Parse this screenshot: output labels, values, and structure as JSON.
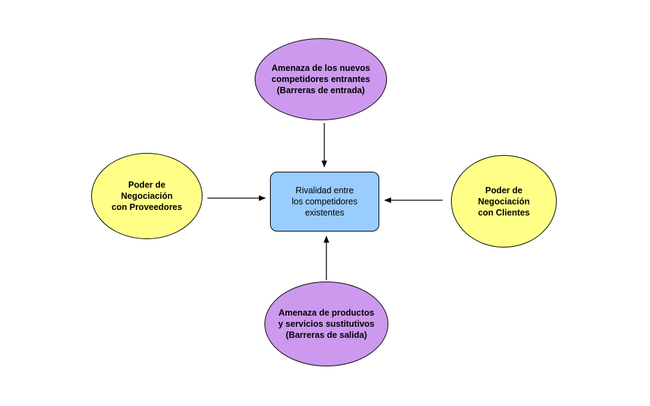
{
  "diagram": {
    "center": {
      "label": "Rivalidad entre\nlos competidores\nexistentes",
      "color": "#99ccff"
    },
    "top": {
      "label": "Amenaza de los nuevos\ncompetidores entrantes\n(Barreras de entrada)",
      "color": "#cc99ee"
    },
    "bottom": {
      "label": "Amenaza de productos\ny servicios sustitutivos\n(Barreras de salida)",
      "color": "#cc99ee"
    },
    "left": {
      "label": "Poder de\nNegociación\ncon Proveedores",
      "color": "#ffff88"
    },
    "right": {
      "label": "Poder de\nNegociación\ncon Clientes",
      "color": "#ffff88"
    },
    "edges": [
      {
        "from": "top",
        "to": "center"
      },
      {
        "from": "bottom",
        "to": "center"
      },
      {
        "from": "left",
        "to": "center"
      },
      {
        "from": "right",
        "to": "center"
      }
    ]
  }
}
